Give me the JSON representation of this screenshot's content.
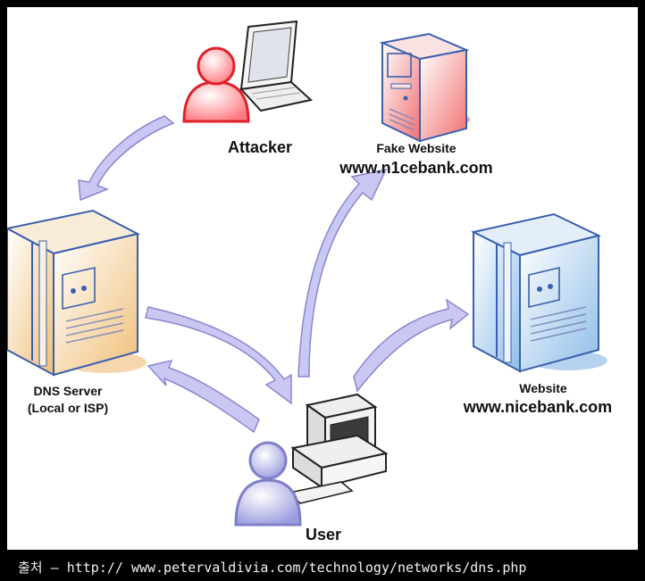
{
  "nodes": {
    "attacker": {
      "label": "Attacker"
    },
    "fake_website": {
      "label": "Fake Website",
      "url": "www.n1cebank.com"
    },
    "dns_server": {
      "label": "DNS Server",
      "sublabel": "(Local or ISP)"
    },
    "website": {
      "label": "Website",
      "url": "www.nicebank.com"
    },
    "user": {
      "label": "User"
    }
  },
  "caption": "출처 – http:// www.petervaldivia.com/technology/networks/dns.php",
  "colors": {
    "background": "#ffffff",
    "frame": "#000000",
    "arrow_fill": "#c9c8f2",
    "arrow_stroke": "#8a86d0",
    "attacker_accent": "#e0202a",
    "fake_server_tint": "#f08080",
    "dns_server_tint": "#f3c98a",
    "website_server_tint": "#9cc4ea",
    "user_accent": "#7f7fc8"
  }
}
